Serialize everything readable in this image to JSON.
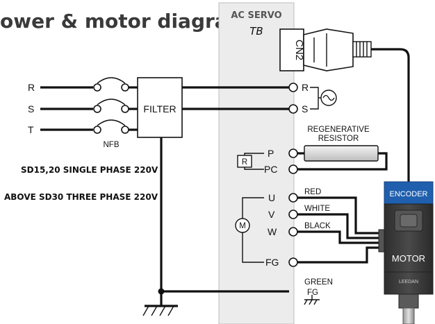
{
  "title": "ower & motor diagram",
  "servo": {
    "brand": "AC SERVO",
    "model": "TB",
    "connector": "CN2"
  },
  "inputs": {
    "r": "R",
    "s": "S",
    "t": "T"
  },
  "breaker": "NFB",
  "filter": "FILTER",
  "notes": {
    "line1": "SD15,20  SINGLE  PHASE  220V",
    "line2": "ABOVE SD30  THREE  PHASE  220V"
  },
  "terminals": {
    "r": "R",
    "s": "S",
    "p": "P",
    "pc": "PC",
    "u": "U",
    "v": "V",
    "w": "W",
    "fg": "FG",
    "ground": "FG"
  },
  "resistor": {
    "symbol": "R",
    "label_line1": "REGENERATIVE",
    "label_line2": "RESISTOR"
  },
  "motor_symbol": "M",
  "wire_colors": {
    "u": "RED",
    "v": "WHITE",
    "w": "BLACK",
    "ground": "GREEN"
  },
  "motor": {
    "encoder": "ENCODER",
    "label": "MOTOR",
    "brand": "LEEDAN"
  },
  "colors": {
    "encoder_blue": "#1f5fae",
    "motor_body": "#3f3f3f",
    "panel": "#ececec"
  }
}
